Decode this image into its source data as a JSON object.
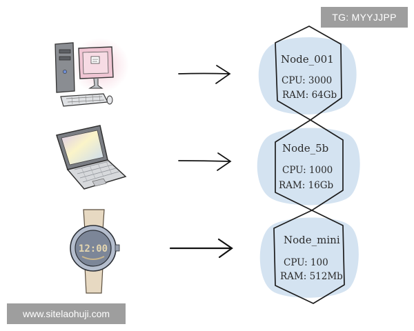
{
  "watermarks": {
    "tg_label": "TG: MYYJJPP",
    "site_label": "www.sitelaohuji.com"
  },
  "devices": [
    {
      "kind": "desktop-computer",
      "icon": "desktop-computer-icon"
    },
    {
      "kind": "laptop",
      "icon": "laptop-icon"
    },
    {
      "kind": "smartwatch",
      "icon": "smartwatch-icon",
      "screen_text": "12:00"
    }
  ],
  "nodes": [
    {
      "name": "Node_001",
      "cpu": "CPU:  3000",
      "ram": "RAM:  64Gb"
    },
    {
      "name": "Node_5b",
      "cpu": "CPU:  1000",
      "ram": "RAM:  16Gb"
    },
    {
      "name": "Node_mini",
      "cpu": "CPU:  100",
      "ram": "RAM:  512Mb"
    }
  ],
  "colors": {
    "node_wash": "#cfe0ef",
    "outline": "#1c1c1c",
    "watermark_bg": "#9e9e9e",
    "watermark_text": "#ffffff"
  }
}
